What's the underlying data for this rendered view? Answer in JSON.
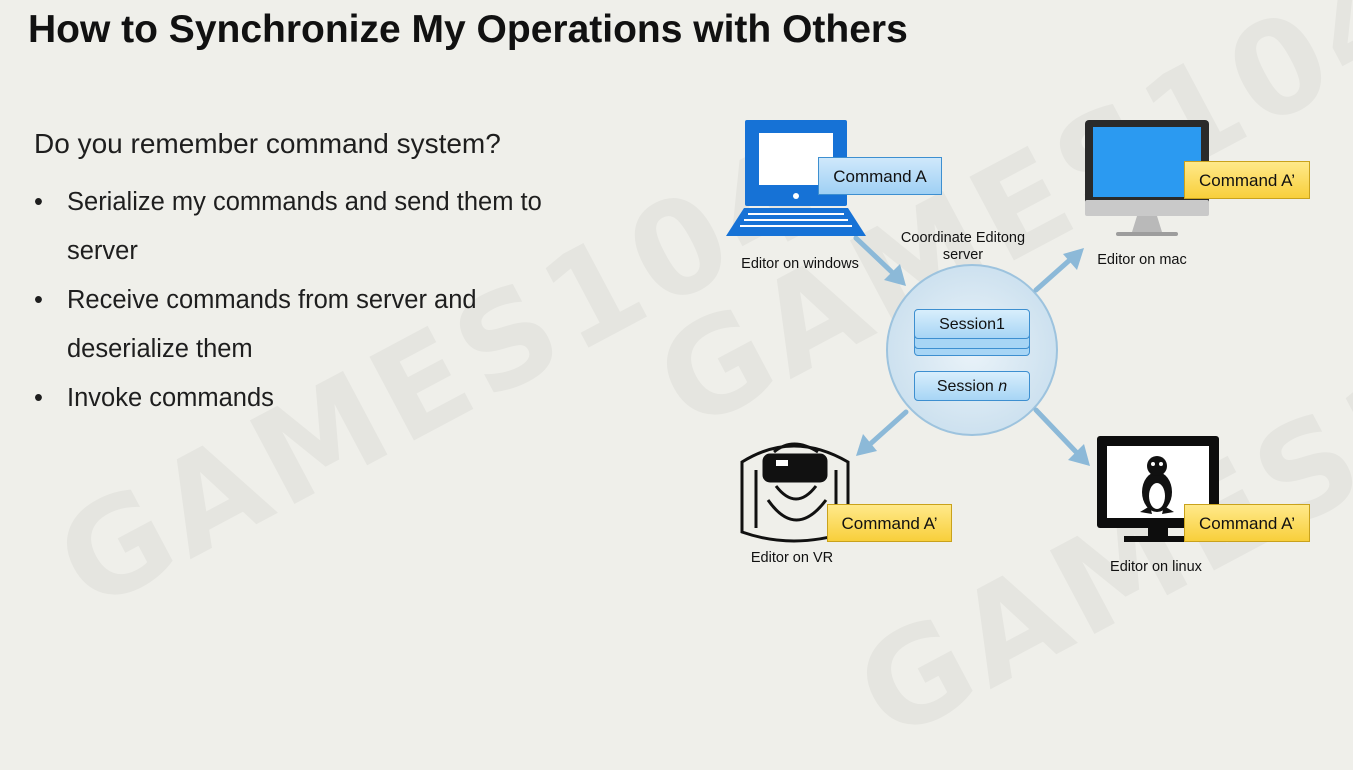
{
  "title": "How to Synchronize My Operations with Others",
  "watermark": "GAMES104",
  "lead": "Do you remember command system?",
  "bullets": [
    {
      "marker": "•",
      "line1": "Serialize my commands and send them to",
      "line2": "server"
    },
    {
      "marker": "•",
      "line1": "Receive commands from server and",
      "line2": "deserialize them"
    },
    {
      "marker": "•",
      "line1": "Invoke commands",
      "line2": ""
    }
  ],
  "diagram": {
    "server": {
      "label_line1": "Coordinate Editong",
      "label_line2": "server",
      "sessions": [
        {
          "label": "Session1"
        },
        {
          "label": "Session ",
          "suffix": "n"
        }
      ]
    },
    "nodes": {
      "windows": {
        "caption": "Editor on windows",
        "command": "Command A",
        "icon": "windows-pc-icon"
      },
      "mac": {
        "caption": "Editor on mac",
        "command": "Command A’",
        "icon": "imac-icon"
      },
      "vr": {
        "caption": "Editor on VR",
        "command": "Command A’",
        "icon": "vr-headset-icon"
      },
      "linux": {
        "caption": "Editor on linux",
        "command": "Command A’",
        "icon": "linux-monitor-icon"
      }
    },
    "colors": {
      "arrow": "#8cb9d8",
      "server_fill": "#d4e6f2",
      "command_blue": "#9fd0f4",
      "command_yellow": "#f8cf3b",
      "windows_blue": "#1672d6",
      "mac_screen": "#2b9af1"
    }
  }
}
